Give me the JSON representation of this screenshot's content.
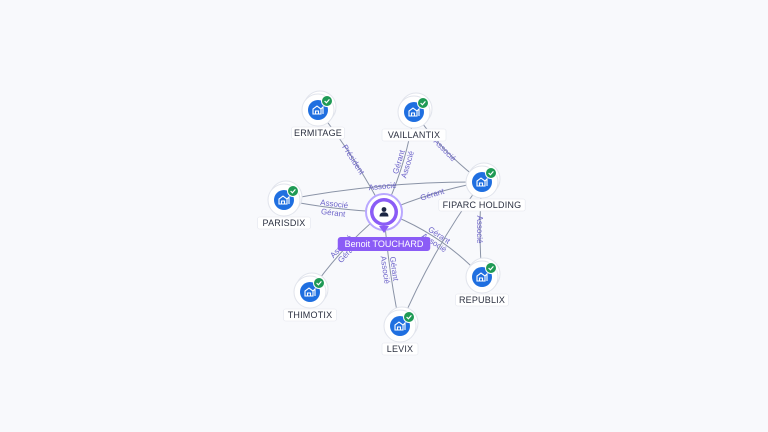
{
  "person": {
    "id": "touchard",
    "name": "Benoit TOUCHARD",
    "icon": "person-icon",
    "color": "#8b5cf6"
  },
  "companies": [
    {
      "id": "ermitage",
      "name": "ERMITAGE",
      "verified": true,
      "icon": "company-icon"
    },
    {
      "id": "vaillantix",
      "name": "VAILLANTIX",
      "verified": true,
      "icon": "company-icon"
    },
    {
      "id": "fiparc",
      "name": "FIPARC HOLDING",
      "verified": true,
      "icon": "company-icon"
    },
    {
      "id": "parisdix",
      "name": "PARISDIX",
      "verified": true,
      "icon": "company-icon"
    },
    {
      "id": "republix",
      "name": "REPUBLIX",
      "verified": true,
      "icon": "company-icon"
    },
    {
      "id": "thimotix",
      "name": "THIMOTIX",
      "verified": true,
      "icon": "company-icon"
    },
    {
      "id": "levix",
      "name": "LEVIX",
      "verified": true,
      "icon": "company-icon"
    }
  ],
  "relations": [
    {
      "from": "touchard",
      "to": "ermitage",
      "labels": [
        "Président"
      ]
    },
    {
      "from": "touchard",
      "to": "vaillantix",
      "labels": [
        "Gérant",
        "Associé"
      ]
    },
    {
      "from": "touchard",
      "to": "fiparc",
      "labels": [
        "Gérant"
      ]
    },
    {
      "from": "touchard",
      "to": "parisdix",
      "labels": [
        "Gérant",
        "Associé"
      ]
    },
    {
      "from": "touchard",
      "to": "thimotix",
      "labels": [
        "Gérant",
        "Associé"
      ]
    },
    {
      "from": "touchard",
      "to": "levix",
      "labels": [
        "Gérant",
        "Associé"
      ]
    },
    {
      "from": "touchard",
      "to": "republix",
      "labels": [
        "Gérant",
        "Associé"
      ]
    },
    {
      "from": "fiparc",
      "to": "parisdix",
      "labels": [
        "Associé"
      ]
    },
    {
      "from": "fiparc",
      "to": "vaillantix",
      "labels": [
        "Associé"
      ]
    },
    {
      "from": "fiparc",
      "to": "republix",
      "labels": [
        "Associé"
      ]
    },
    {
      "from": "fiparc",
      "to": "levix",
      "labels": []
    }
  ],
  "colors": {
    "company": "#1f6fe0",
    "verified": "#1f9a55",
    "edge": "#8a93a6",
    "edge_label": "#6c63c9"
  }
}
